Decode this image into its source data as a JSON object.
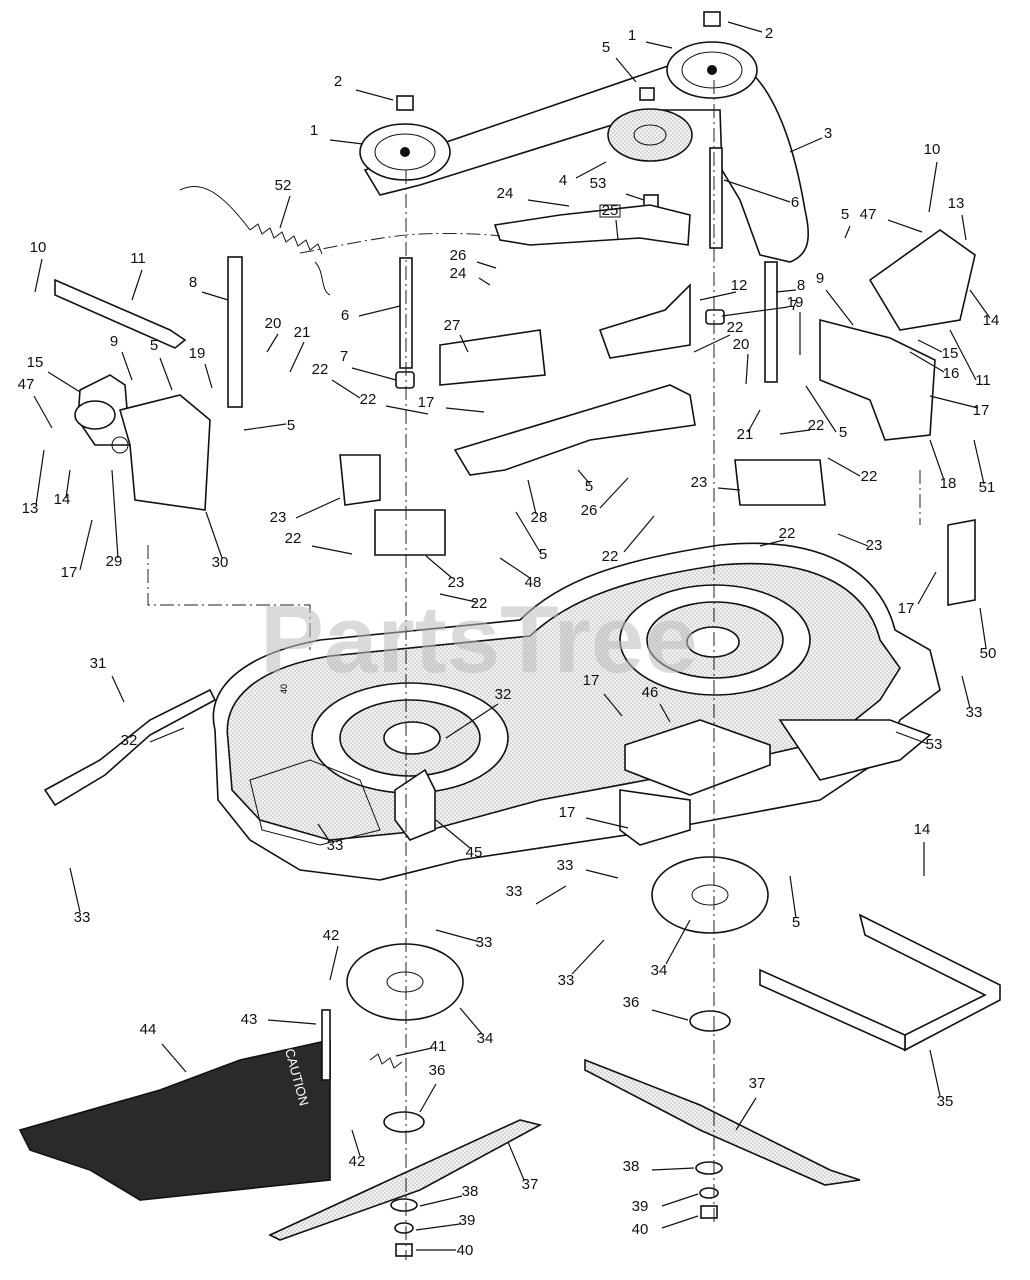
{
  "watermark": "PartsTree",
  "deck_label": "40",
  "caution_label": "CAUTION",
  "callouts": [
    {
      "id": "1",
      "name": "callout-1-top-pulley"
    },
    {
      "id": "2",
      "name": "callout-2-top-nut"
    },
    {
      "id": "5",
      "name": "callout-5-top"
    },
    {
      "id": "3",
      "name": "callout-3-belt"
    },
    {
      "id": "2",
      "name": "callout-2-left-nut"
    },
    {
      "id": "1",
      "name": "callout-1-left-pulley"
    },
    {
      "id": "4",
      "name": "callout-4-idler"
    },
    {
      "id": "53",
      "name": "callout-53-spacer"
    },
    {
      "id": "6",
      "name": "callout-6-right-spindle"
    },
    {
      "id": "10",
      "name": "callout-10-right"
    },
    {
      "id": "52",
      "name": "callout-52-spring"
    },
    {
      "id": "24",
      "name": "callout-24-top"
    },
    {
      "id": "25",
      "name": "callout-25-idler-arm"
    },
    {
      "id": "5",
      "name": "callout-5-right-nut"
    },
    {
      "id": "47",
      "name": "callout-47-right"
    },
    {
      "id": "13",
      "name": "callout-13-right"
    },
    {
      "id": "10",
      "name": "callout-10-left"
    },
    {
      "id": "11",
      "name": "callout-11-left"
    },
    {
      "id": "8",
      "name": "callout-8-left"
    },
    {
      "id": "26",
      "name": "callout-26-top"
    },
    {
      "id": "24",
      "name": "callout-24-mid"
    },
    {
      "id": "12",
      "name": "callout-12"
    },
    {
      "id": "8",
      "name": "callout-8-right"
    },
    {
      "id": "9",
      "name": "callout-9-right"
    },
    {
      "id": "19",
      "name": "callout-19-right"
    },
    {
      "id": "14",
      "name": "callout-14-right-top"
    },
    {
      "id": "6",
      "name": "callout-6-left-spindle"
    },
    {
      "id": "27",
      "name": "callout-27"
    },
    {
      "id": "7",
      "name": "callout-7-right"
    },
    {
      "id": "22",
      "name": "callout-22-right-top"
    },
    {
      "id": "20",
      "name": "callout-20-left"
    },
    {
      "id": "21",
      "name": "callout-21-left"
    },
    {
      "id": "15",
      "name": "callout-15-right"
    },
    {
      "id": "20",
      "name": "callout-20-right"
    },
    {
      "id": "16",
      "name": "callout-16"
    },
    {
      "id": "11",
      "name": "callout-11-right"
    },
    {
      "id": "15",
      "name": "callout-15-left"
    },
    {
      "id": "9",
      "name": "callout-9-left"
    },
    {
      "id": "5",
      "name": "callout-5-left"
    },
    {
      "id": "19",
      "name": "callout-19-left"
    },
    {
      "id": "7",
      "name": "callout-7-left"
    },
    {
      "id": "47",
      "name": "callout-47-left"
    },
    {
      "id": "22",
      "name": "callout-22-left-a"
    },
    {
      "id": "22",
      "name": "callout-22-left-b"
    },
    {
      "id": "17",
      "name": "callout-17-mid"
    },
    {
      "id": "17",
      "name": "callout-17-right-top"
    },
    {
      "id": "5",
      "name": "callout-5-left-bracket"
    },
    {
      "id": "5",
      "name": "callout-5-right-bracket"
    },
    {
      "id": "22",
      "name": "callout-22-right-a"
    },
    {
      "id": "21",
      "name": "callout-21-right"
    },
    {
      "id": "13",
      "name": "callout-13-left"
    },
    {
      "id": "14",
      "name": "callout-14-left"
    },
    {
      "id": "22",
      "name": "callout-22-right-b"
    },
    {
      "id": "51",
      "name": "callout-51"
    },
    {
      "id": "18",
      "name": "callout-18"
    },
    {
      "id": "5",
      "name": "callout-5-mid-a"
    },
    {
      "id": "28",
      "name": "callout-28"
    },
    {
      "id": "17",
      "name": "callout-17-left"
    },
    {
      "id": "29",
      "name": "callout-29"
    },
    {
      "id": "30",
      "name": "callout-30"
    },
    {
      "id": "23",
      "name": "callout-23-left"
    },
    {
      "id": "23",
      "name": "callout-23-right-top"
    },
    {
      "id": "26",
      "name": "callout-26-mid"
    },
    {
      "id": "5",
      "name": "callout-5-mid-b"
    },
    {
      "id": "22",
      "name": "callout-22-mid"
    },
    {
      "id": "22",
      "name": "callout-22-left-c"
    },
    {
      "id": "22",
      "name": "callout-22-right-c"
    },
    {
      "id": "23",
      "name": "callout-23-right"
    },
    {
      "id": "48",
      "name": "callout-48"
    },
    {
      "id": "23",
      "name": "callout-23-mid"
    },
    {
      "id": "22",
      "name": "callout-22-lower"
    },
    {
      "id": "17",
      "name": "callout-17-far-right"
    },
    {
      "id": "50",
      "name": "callout-50"
    },
    {
      "id": "31",
      "name": "callout-31"
    },
    {
      "id": "32",
      "name": "callout-32-center"
    },
    {
      "id": "32",
      "name": "callout-32-left"
    },
    {
      "id": "17",
      "name": "callout-17-deck"
    },
    {
      "id": "46",
      "name": "callout-46"
    },
    {
      "id": "33",
      "name": "callout-33-far-right"
    },
    {
      "id": "53",
      "name": "callout-53-belt-guide"
    },
    {
      "id": "17",
      "name": "callout-17-lower"
    },
    {
      "id": "33",
      "name": "callout-33-deck"
    },
    {
      "id": "45",
      "name": "callout-45"
    },
    {
      "id": "14",
      "name": "callout-14-lower"
    },
    {
      "id": "33",
      "name": "callout-33-left"
    },
    {
      "id": "33",
      "name": "callout-33-mid-a"
    },
    {
      "id": "33",
      "name": "callout-33-mid-b"
    },
    {
      "id": "5",
      "name": "callout-5-lower"
    },
    {
      "id": "33",
      "name": "callout-33-center"
    },
    {
      "id": "33",
      "name": "callout-33-mid-c"
    },
    {
      "id": "42",
      "name": "callout-42-top"
    },
    {
      "id": "34",
      "name": "callout-34-right"
    },
    {
      "id": "34",
      "name": "callout-34-left"
    },
    {
      "id": "36",
      "name": "callout-36-right"
    },
    {
      "id": "43",
      "name": "callout-43"
    },
    {
      "id": "41",
      "name": "callout-41"
    },
    {
      "id": "44",
      "name": "callout-44"
    },
    {
      "id": "36",
      "name": "callout-36-left"
    },
    {
      "id": "37",
      "name": "callout-37-right"
    },
    {
      "id": "35",
      "name": "callout-35"
    },
    {
      "id": "42",
      "name": "callout-42-bottom"
    },
    {
      "id": "37",
      "name": "callout-37-left"
    },
    {
      "id": "38",
      "name": "callout-38-right"
    },
    {
      "id": "38",
      "name": "callout-38-left"
    },
    {
      "id": "39",
      "name": "callout-39-right"
    },
    {
      "id": "39",
      "name": "callout-39-left"
    },
    {
      "id": "40",
      "name": "callout-40-right"
    },
    {
      "id": "40",
      "name": "callout-40-left"
    }
  ]
}
